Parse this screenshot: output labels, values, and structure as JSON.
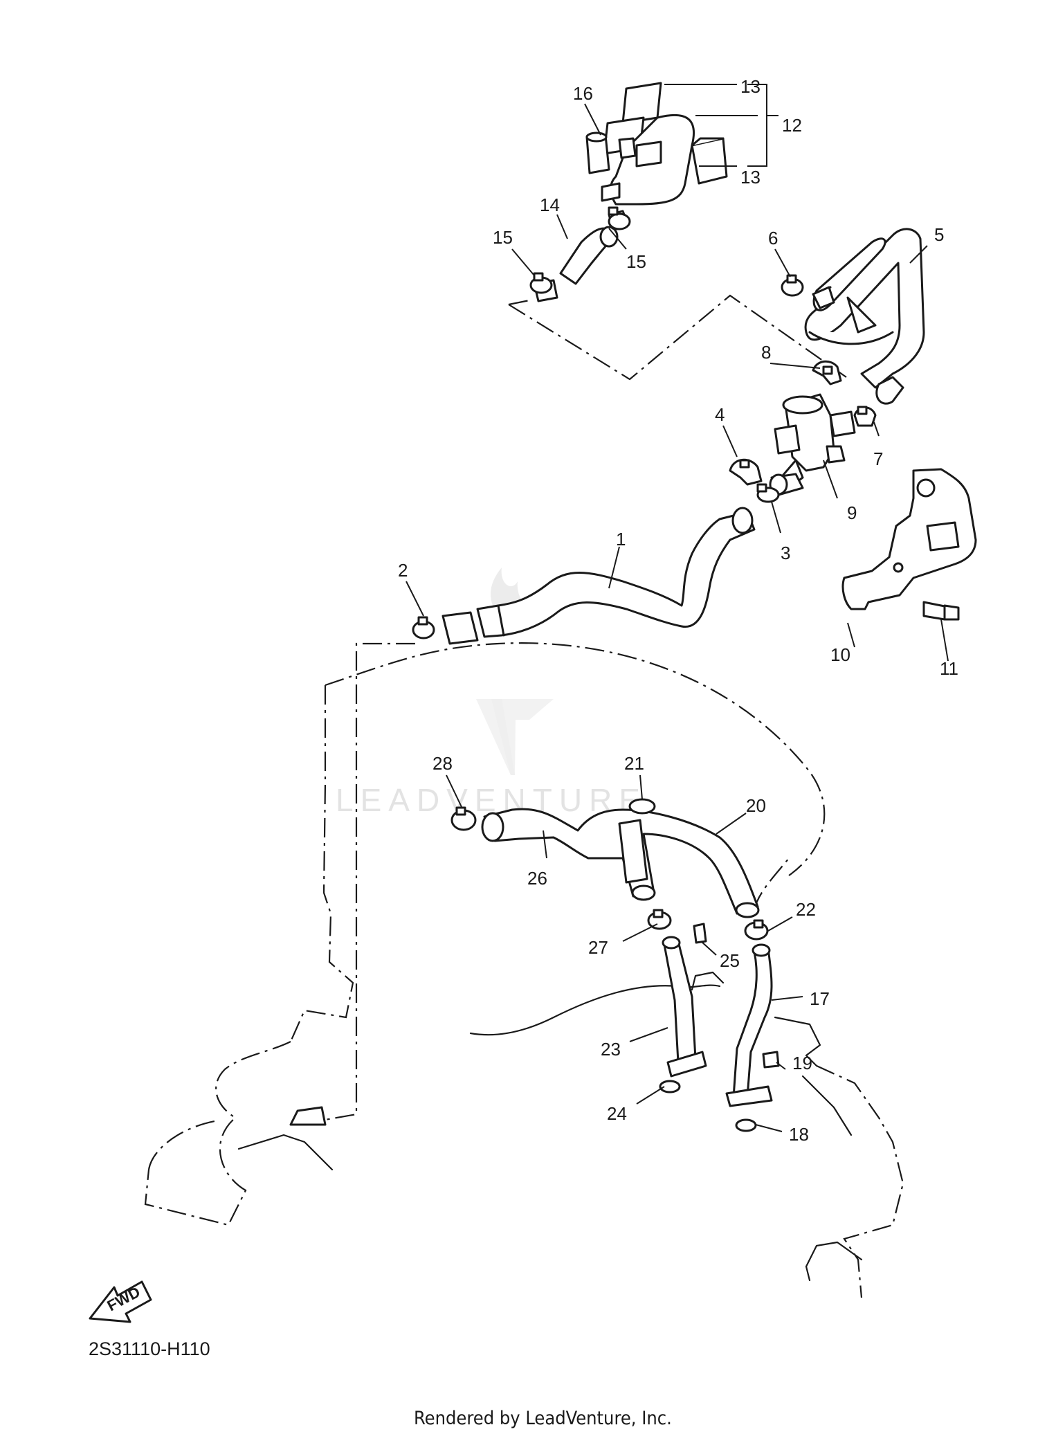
{
  "diagram": {
    "callouts": [
      {
        "id": "1",
        "label": "1"
      },
      {
        "id": "2",
        "label": "2"
      },
      {
        "id": "3",
        "label": "3"
      },
      {
        "id": "4",
        "label": "4"
      },
      {
        "id": "5",
        "label": "5"
      },
      {
        "id": "6",
        "label": "6"
      },
      {
        "id": "7",
        "label": "7"
      },
      {
        "id": "8",
        "label": "8"
      },
      {
        "id": "9",
        "label": "9"
      },
      {
        "id": "10",
        "label": "10"
      },
      {
        "id": "11",
        "label": "11"
      },
      {
        "id": "12",
        "label": "12"
      },
      {
        "id": "13a",
        "label": "13"
      },
      {
        "id": "13b",
        "label": "13"
      },
      {
        "id": "14",
        "label": "14"
      },
      {
        "id": "15a",
        "label": "15"
      },
      {
        "id": "15b",
        "label": "15"
      },
      {
        "id": "16",
        "label": "16"
      },
      {
        "id": "17",
        "label": "17"
      },
      {
        "id": "18",
        "label": "18"
      },
      {
        "id": "19",
        "label": "19"
      },
      {
        "id": "20",
        "label": "20"
      },
      {
        "id": "21",
        "label": "21"
      },
      {
        "id": "22",
        "label": "22"
      },
      {
        "id": "23",
        "label": "23"
      },
      {
        "id": "24",
        "label": "24"
      },
      {
        "id": "25",
        "label": "25"
      },
      {
        "id": "26",
        "label": "26"
      },
      {
        "id": "27",
        "label": "27"
      },
      {
        "id": "28",
        "label": "28"
      }
    ],
    "diagram_code": "2S31110-H110",
    "fwd_label": "FWD",
    "watermark": "LEADVENTURE",
    "footer": "Rendered by LeadVenture, Inc."
  }
}
